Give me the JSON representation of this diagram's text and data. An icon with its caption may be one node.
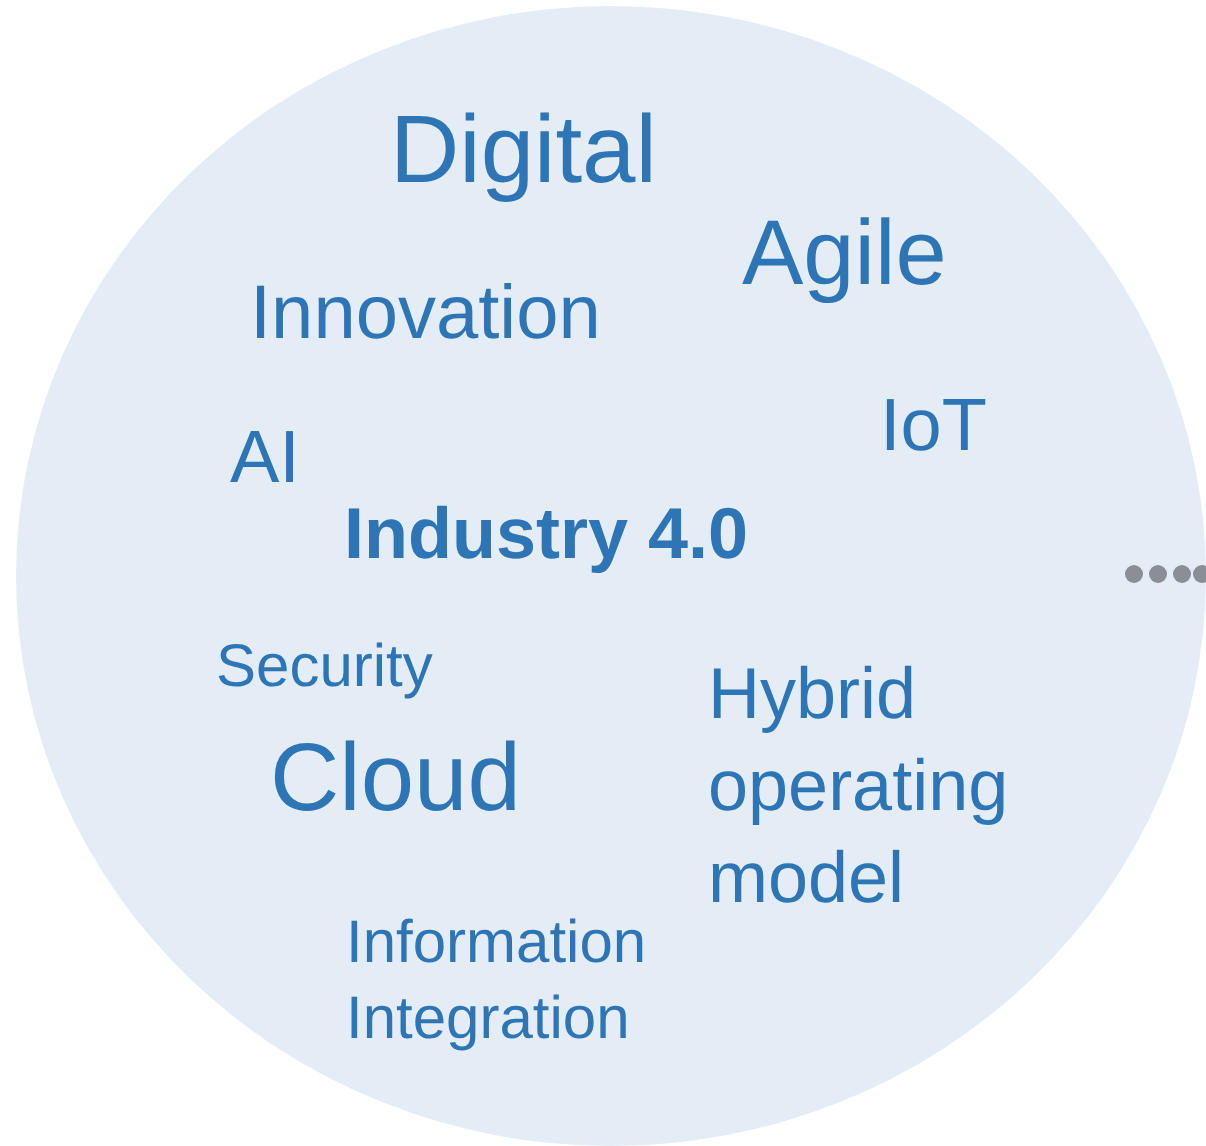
{
  "diagram": {
    "nodes": [
      {
        "text": [
          "Digital",
          "Agile",
          "Innovation",
          "IoT",
          "AI",
          "Industry 4.0",
          "Security",
          "Cloud",
          "Hybrid operating model",
          "Information Integration"
        ]
      }
    ]
  }
}
